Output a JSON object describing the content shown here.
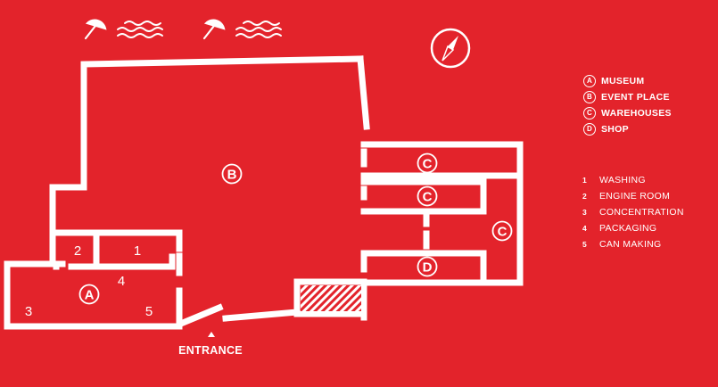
{
  "map": {
    "zones": [
      {
        "letter": "A",
        "name": "MUSEUM"
      },
      {
        "letter": "B",
        "name": "EVENT PLACE"
      },
      {
        "letter": "C",
        "name": "WAREHOUSES"
      },
      {
        "letter": "D",
        "name": "SHOP"
      }
    ],
    "rooms": [
      {
        "number": "1",
        "name": "WASHING"
      },
      {
        "number": "2",
        "name": "ENGINE ROOM"
      },
      {
        "number": "3",
        "name": "CONCENTRATION"
      },
      {
        "number": "4",
        "name": "PACKAGING"
      },
      {
        "number": "5",
        "name": "CAN MAKING"
      }
    ],
    "entrance_label": "ENTRANCE",
    "icons": [
      "beach-umbrella-icon",
      "waves-icon",
      "compass-icon",
      "entrance-arrow-icon"
    ]
  },
  "colors": {
    "background": "#e3232b",
    "foreground": "#ffffff"
  }
}
